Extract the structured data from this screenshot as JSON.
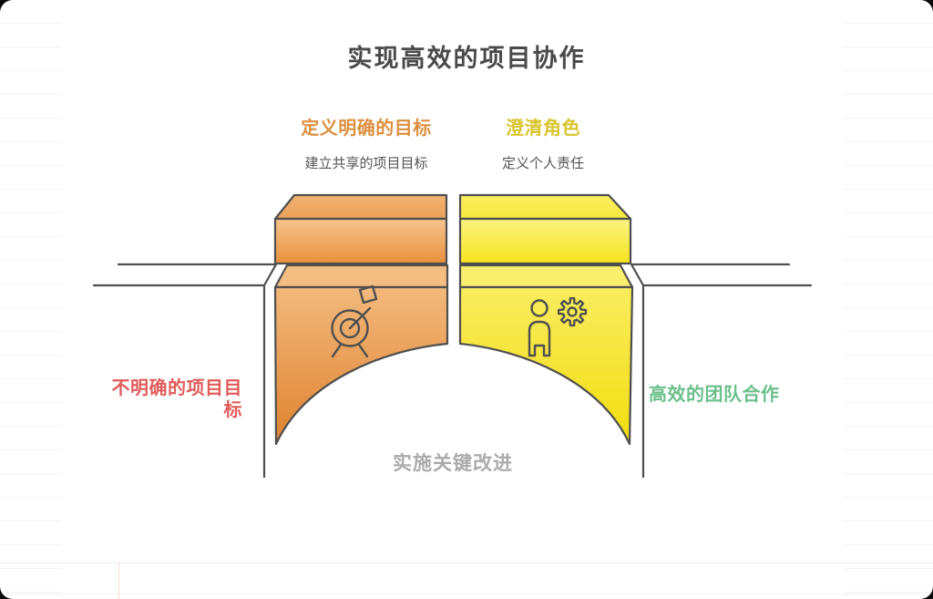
{
  "title": "实现高效的项目协作",
  "steps": [
    {
      "heading": "定义明确的目标",
      "subtitle": "建立共享的项目目标",
      "accent_color": "#dd8f3f",
      "block_color_top": "#f6c48d",
      "block_color_bottom": "#e8913c",
      "icon": "target-dart-icon"
    },
    {
      "heading": "澄清角色",
      "subtitle": "定义个人责任",
      "accent_color": "#d9c52e",
      "block_color_top": "#faf382",
      "block_color_bottom": "#f5e51e",
      "icon": "person-gear-icon"
    }
  ],
  "outcomes": {
    "negative": "不明确的项目目标",
    "positive": "高效的团队合作",
    "bridge": "实施关键改进"
  },
  "palette": {
    "outline": "#4f4f4f",
    "title_gray": "#4a4a4a",
    "subtitle_gray": "#555555",
    "negative_red": "#e15c5a",
    "positive_green": "#6cbf8c",
    "muted_gray": "#ababab"
  }
}
